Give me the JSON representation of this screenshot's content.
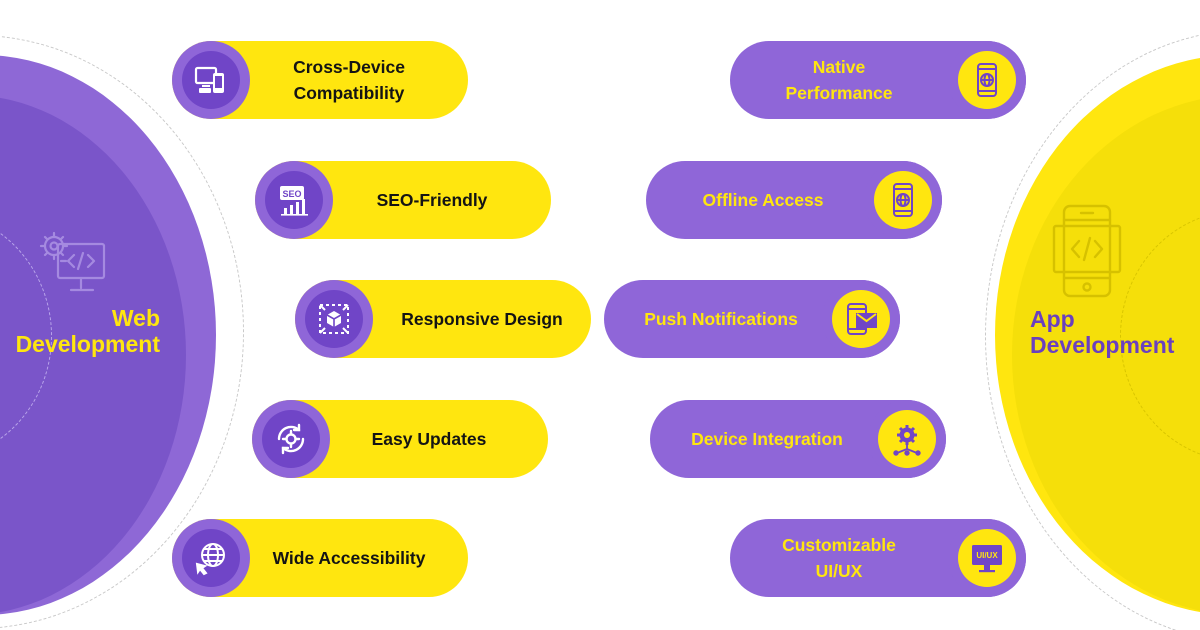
{
  "web": {
    "title": "Web\nDevelopment",
    "icon": "web-code-monitor-icon",
    "colors": {
      "circle": "#8e68d6",
      "inner": "#7a55c9",
      "label": "#ffe60f"
    },
    "features": [
      {
        "label": "Cross-Device Compatibility",
        "icon": "devices-icon"
      },
      {
        "label": "SEO-Friendly",
        "icon": "seo-chart-icon"
      },
      {
        "label": "Responsive Design",
        "icon": "responsive-box-icon"
      },
      {
        "label": "Easy Updates",
        "icon": "refresh-gear-icon"
      },
      {
        "label": "Wide Accessibility",
        "icon": "globe-cursor-icon"
      }
    ]
  },
  "app": {
    "title": "App\nDevelopment",
    "icon": "mobile-code-icon",
    "colors": {
      "circle": "#ffe60f",
      "label": "#6a40bf"
    },
    "features": [
      {
        "label": "Native Performance",
        "icon": "phone-globe-icon"
      },
      {
        "label": "Offline Access",
        "icon": "phone-globe-icon"
      },
      {
        "label": "Push Notifications",
        "icon": "phone-mail-icon"
      },
      {
        "label": "Device Integration",
        "icon": "gear-network-icon"
      },
      {
        "label": "Customizable UI/UX",
        "icon": "ui-ux-monitor-icon"
      }
    ]
  },
  "colors": {
    "yellow": "#ffe60f",
    "purple": "#8f66d8",
    "dark_purple": "#7045c7"
  }
}
